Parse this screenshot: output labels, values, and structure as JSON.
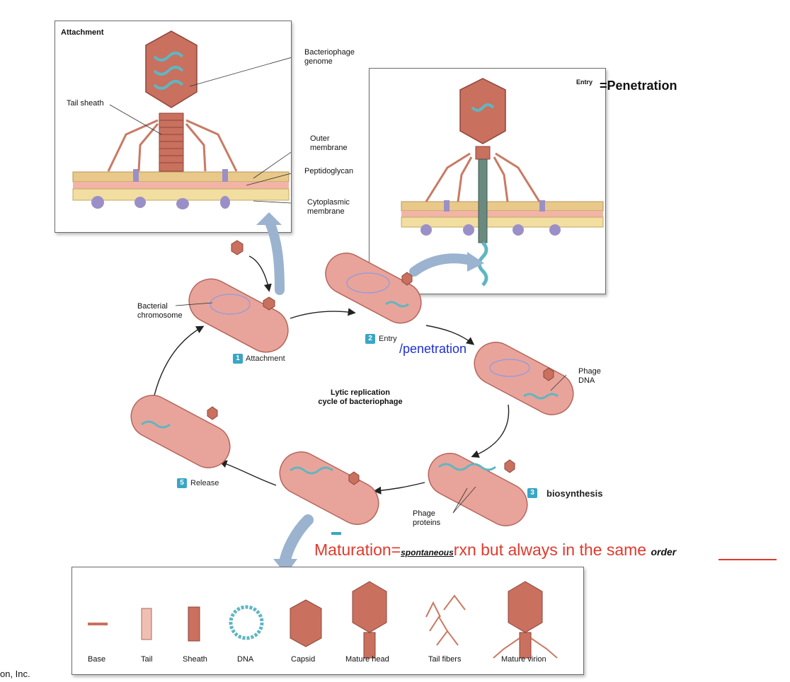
{
  "attachment_panel": {
    "title": "Attachment",
    "labels": {
      "genome": "Bacteriophage\ngenome",
      "tail_sheath": "Tail sheath",
      "outer_membrane": "Outer\nmembrane",
      "peptidoglycan": "Peptidoglycan",
      "cytoplasmic_membrane": "Cytoplasmic\nmembrane"
    }
  },
  "entry_panel": {
    "title": "Entry",
    "annotation": "=Penetration"
  },
  "cycle": {
    "center_title": "Lytic replication\ncycle of bacteriophage",
    "bacterial_chromosome": "Bacterial\nchromosome",
    "phage_dna": "Phage\nDNA",
    "phage_proteins": "Phage\nproteins",
    "steps": [
      {
        "num": "1",
        "label": "Attachment"
      },
      {
        "num": "2",
        "label": "Entry"
      },
      {
        "num": "3",
        "label": "biosynthesis"
      },
      {
        "num": "5",
        "label": "Release"
      }
    ],
    "handwritten_penetration": "/penetration"
  },
  "maturation_note": {
    "prefix": "Maturation=",
    "scribble1": "spontaneous",
    "middle": "rxn but always in the same",
    "scribble2": "order"
  },
  "assembly": {
    "stages": [
      "Base",
      "Tail",
      "Sheath",
      "DNA",
      "Capsid",
      "Mature head",
      "Tail fibers",
      "Mature virion"
    ]
  },
  "footer": {
    "copyright_fragment": "on, Inc."
  },
  "colors": {
    "cell": "#e8a49a",
    "cell_dark": "#b5655c",
    "phage": "#c9705f",
    "dna": "#5fb6c2",
    "badge": "#3aa6c4",
    "annotation_red": "#e2392b",
    "annotation_blue": "#1f2fd6"
  }
}
